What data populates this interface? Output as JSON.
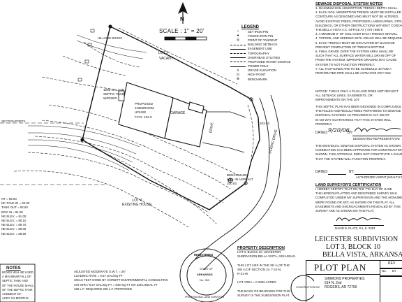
{
  "north": {
    "label": "N"
  },
  "scale": {
    "text": "SCALE : 1\" = 20'"
  },
  "legend": {
    "title": "LEGEND",
    "items": [
      {
        "sym": "○",
        "label": "SET IRON PIN"
      },
      {
        "sym": "●",
        "label": "FOUND IRON PIN"
      },
      {
        "sym": "◎",
        "label": "POINT OF TANGENT"
      },
      {
        "sym": "—",
        "label": "BUILDING SETBACK"
      },
      {
        "sym": "—",
        "label": "EASEMENT LINE"
      },
      {
        "sym": "—",
        "label": "TOPOGRAPHY"
      },
      {
        "sym": "—",
        "label": "OVERHEAD UTILITIES"
      },
      {
        "sym": "—",
        "label": "PROPOSED WATER SOURCE"
      },
      {
        "sym": "—",
        "label": "POWER POLE"
      },
      {
        "sym": "x",
        "label": "GRADE ELEVATION"
      },
      {
        "sym": "⊙",
        "label": "HIGH POINT"
      },
      {
        "sym": "⊕",
        "label": "BENCHMARK"
      }
    ]
  },
  "plan": {
    "lot2": "LOT 2",
    "vacant": "VACANT",
    "house": [
      "PROPOSED",
      "3 BEDROOM",
      "HOUSE",
      "F.F.D. 102.0"
    ],
    "garage": "GARAGE",
    "drive": "DRIVE",
    "lot4": [
      "LOT 4",
      "EXISTING HOUSE"
    ],
    "hillside": "HILLSIDE BOXES",
    "tank": [
      "1250 GALLON",
      "SEPTIC TANK",
      "W/RISER"
    ],
    "benchmark": [
      "BENCHMARK",
      "NAIL IN ASPHALT",
      "100.00"
    ],
    "elev": "102.92",
    "road": "SCENIC DRIVE",
    "section_ports": "SECTION PORTS"
  },
  "elevations": [
    "NT = 95.00",
    "NK TANK IN = 93.00",
    "TANK OUT = 92.50",
    "BOX IN = 91.50",
    "NE ELEV. = 91.00",
    "NE ELEV. = 90.10",
    "NE ELEV. = 89.70",
    "NE ELEV. = 89.00",
    "NE ELEV. = 88.50"
  ],
  "notes_box": {
    "title": "NOTES",
    "lines": [
      "BOXES WILL BE USED",
      "A MAXIMUM FALL OF",
      "SEPTIC TANK AND",
      "OF THE HOUSE SHALL",
      "OF THE SEPTIC TANK",
      "ACEMENT OF",
      "ACEY 3-6 MONTHS"
    ]
  },
  "percolation": [
    "ADJUSTED MODERATE S.W.T. = 26\"",
    "LOADING RATE = 0.57 GAL/SQ FT",
    "SOILS TEST DONE BY CORBITT ENVIRONMENTAL CONSULTING",
    "370 GPD / 0.57 GAL/SQ FT = 649 SQ FT OR 325 LINEAL FT",
    "325 L.F. REQUIRED 338 L.F. PROPOSED"
  ],
  "seal": {
    "top": "REGISTERED",
    "mid": [
      "STATE OF",
      "ARKANSAS",
      "No. 353"
    ],
    "bottom": "PROFESSIONAL LAND SURVEYOR"
  },
  "property": {
    "title": "PROPERTY DESCRIPTION",
    "lines": [
      "LOT 3, BLOCK 10, LEICESTER",
      "SUBDIVISION BELLA VISTA, ARKANSAS.",
      "",
      "THIS LOT LIES IN THE SE ¼ OF THE",
      "SW ¼ OF SECTION 24, T-21-N,",
      "R-31-W.",
      "",
      "LOT AREA = 0.2392 ACRES",
      "",
      "THE BASIS OF BEARINGS FOR THIS",
      "SURVEY IS THE SUBDIVISION PLAT."
    ]
  },
  "sewage": {
    "title": "SEWAGE DISPOSAL SYSTEM NOTES",
    "lines": [
      "1. MAXIMUM SOIL ABSORPTION TRENCH DEPTH SHALL",
      "2. EACH SOIL ABSORPTION TRENCH MUST BE INSTALLED",
      "CONTOURS AS DESIGNED AND MUST NOT BE ALTERED.",
      "AVOID EXISTING TREES, PROPOSED LANDSCAPING, STRUC-",
      "BUILDINGS, OR OTHER OBSTRUCTIONS WITHOUT CONTACT",
      "THE BELLA VISTA A.C. OFFICE AT ( 479 ) 855-8",
      "3. A MINIMUM 6\" OF SOIL OVER EACH TRENCH GRAVEL.",
      "4. TOPSOIL AND SEEDING WITH GRASS WILL BE REQUIRED.",
      "5. EACH TRENCH MUST BE EXCAVATED BY BACKHOE",
      "PREVENT COMPACTION OF TRENCH BOTTOM.",
      "6. FINAL GRADE OVER THE SYSTEM AREA SHALL BE",
      "SUCH THAT ALL SURFACE WATER WILL DRAIN OFF OF",
      "FROM THE SYSTEM. IMPROPER GRADING MAY CAUSE",
      "SYSTEM TO NOT FUNCTION PROPERLY.",
      "7. ALL TIGHTLINES ARE TO BE SCHEDULE 40 AND A",
      "PERFORATED PIPE SHALL BE ASTM 2729 OR F-810."
    ]
  },
  "notice": [
    "NOTICE: THIS IS ONLY A PLAN AND DOES NOT REFLECT",
    "ALL SETBACK LINES, EASEMENTS, OR",
    "IMPROVEMENTS ON THE LOT."
  ],
  "compliance": [
    "THIS SEPTIC PLAN HAS BEEN DESIGNED IN COMPLIANCE",
    "THE RULES AND REGULATIONS PERTAINING TO SEWAGE",
    "DISPOSAL SYSTEMS AS PROVIDED IN ACT 402 OF",
    "IN NO WAY GUARANTEES THAT THIS SYSTEM WILL",
    "PROPERLY."
  ],
  "dated1": {
    "label": "DATED:",
    "value": "9/20/06",
    "by": "BY:",
    "role": "DESIGNATED REPRESENTATIVE"
  },
  "individual": [
    "THE INDIVIDUAL SEWAGE DISPOSAL SYSTEM AS SHOWN",
    "CONNECTION HAS BEEN APPROVED FOR CONSTRUCTION",
    "SHOWN. THIS APPROVAL DOES NOT CONSTITUTE A GUARANTEE",
    "THAT THE SYSTEM WILL FUNCTION PROPERLY."
  ],
  "dated2": {
    "label": "DATED:",
    "by": "BY:",
    "role": "AUTHORIZED AGENT (HEALTH DEPT.)"
  },
  "cert": {
    "title": "LAND SURVEYOR'S CERTIFICATION",
    "lines": [
      "I HEREBY CERTIFY THAT ON THE 7TH DAY OF JUNE",
      "THE HEREON PLATTED AND DESCRIBED SURVEY WAS",
      "COMPLETED UNDER MY SUPERVISION AND THE MONUMENTS",
      "WERE FOUND OR SET, AS SHOWN ON THIS PLAT. ALL",
      "EASEMENTS AND ENCROACHMENTS REVEALED BY THIS",
      "SURVEY ARE AS SHOWN ON THIS PLAT."
    ],
    "signer": "DAVID B. PLATZ,  R.L.S. #353"
  },
  "subdivision": {
    "line1": "LEICESTER SUBDIVISION",
    "line2": "LOT 3, BLOCK 10",
    "line3": "BELLA VISTA, ARKANSAS"
  },
  "plot_plan": {
    "title": "PLOT PLAN",
    "rev": "REV",
    "no": "No.",
    "by": "BY",
    "client": [
      "SIMMONS PROPERTIES",
      "614 N. 2nd",
      "ROGERS, AR 72756"
    ],
    "firm_caption": "CONSTRUCTION INC."
  }
}
